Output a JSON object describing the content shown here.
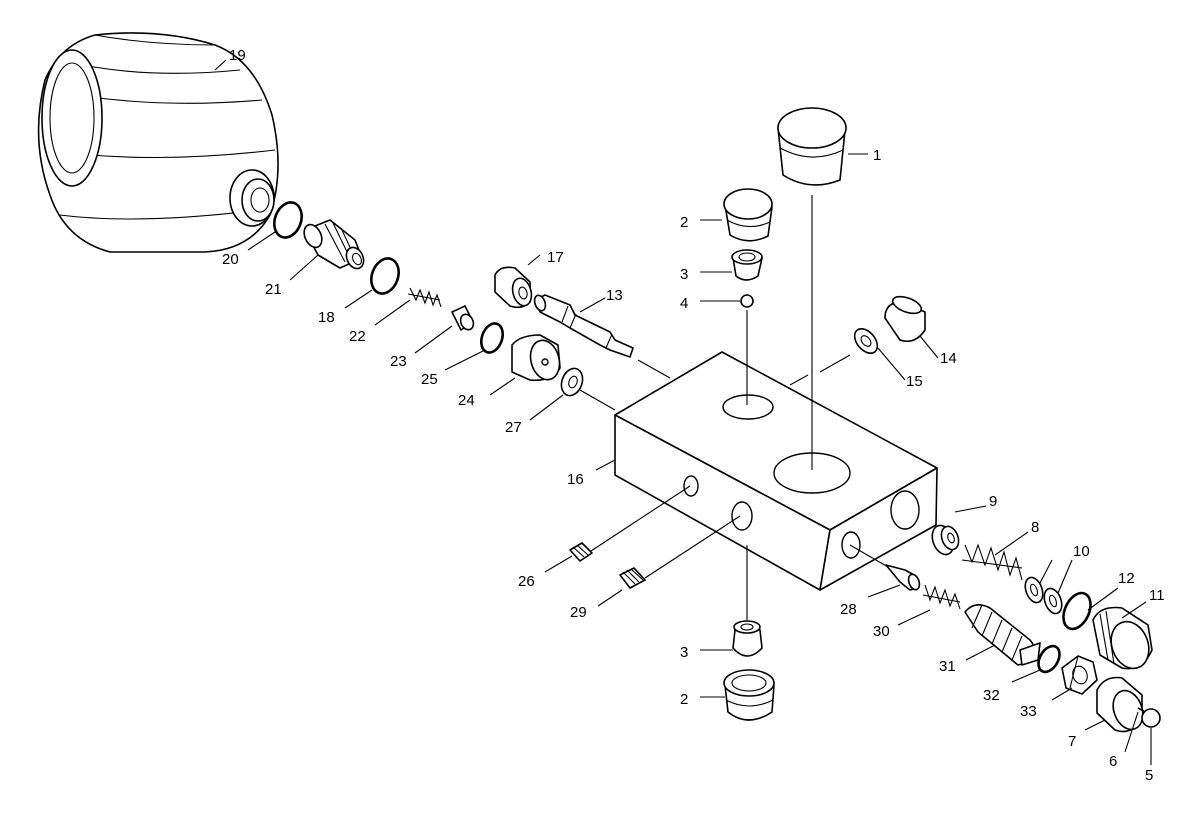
{
  "diagram": {
    "background": "#ffffff",
    "ink": "#000000",
    "labels": {
      "l1": "1",
      "l2a": "2",
      "l2b": "2",
      "l3a": "3",
      "l3b": "3",
      "l4": "4",
      "l5": "5",
      "l6": "6",
      "l7": "7",
      "l8": "8",
      "l9": "9",
      "l10": "10",
      "l11": "11",
      "l12": "12",
      "l13": "13",
      "l14": "14",
      "l15": "15",
      "l16": "16",
      "l17": "17",
      "l18": "18",
      "l19": "19",
      "l20": "20",
      "l21": "21",
      "l22": "22",
      "l23": "23",
      "l24": "24",
      "l25": "25",
      "l26": "26",
      "l27": "27",
      "l28": "28",
      "l29": "29",
      "l30": "30",
      "l31": "31",
      "l32": "32",
      "l33": "33"
    }
  }
}
